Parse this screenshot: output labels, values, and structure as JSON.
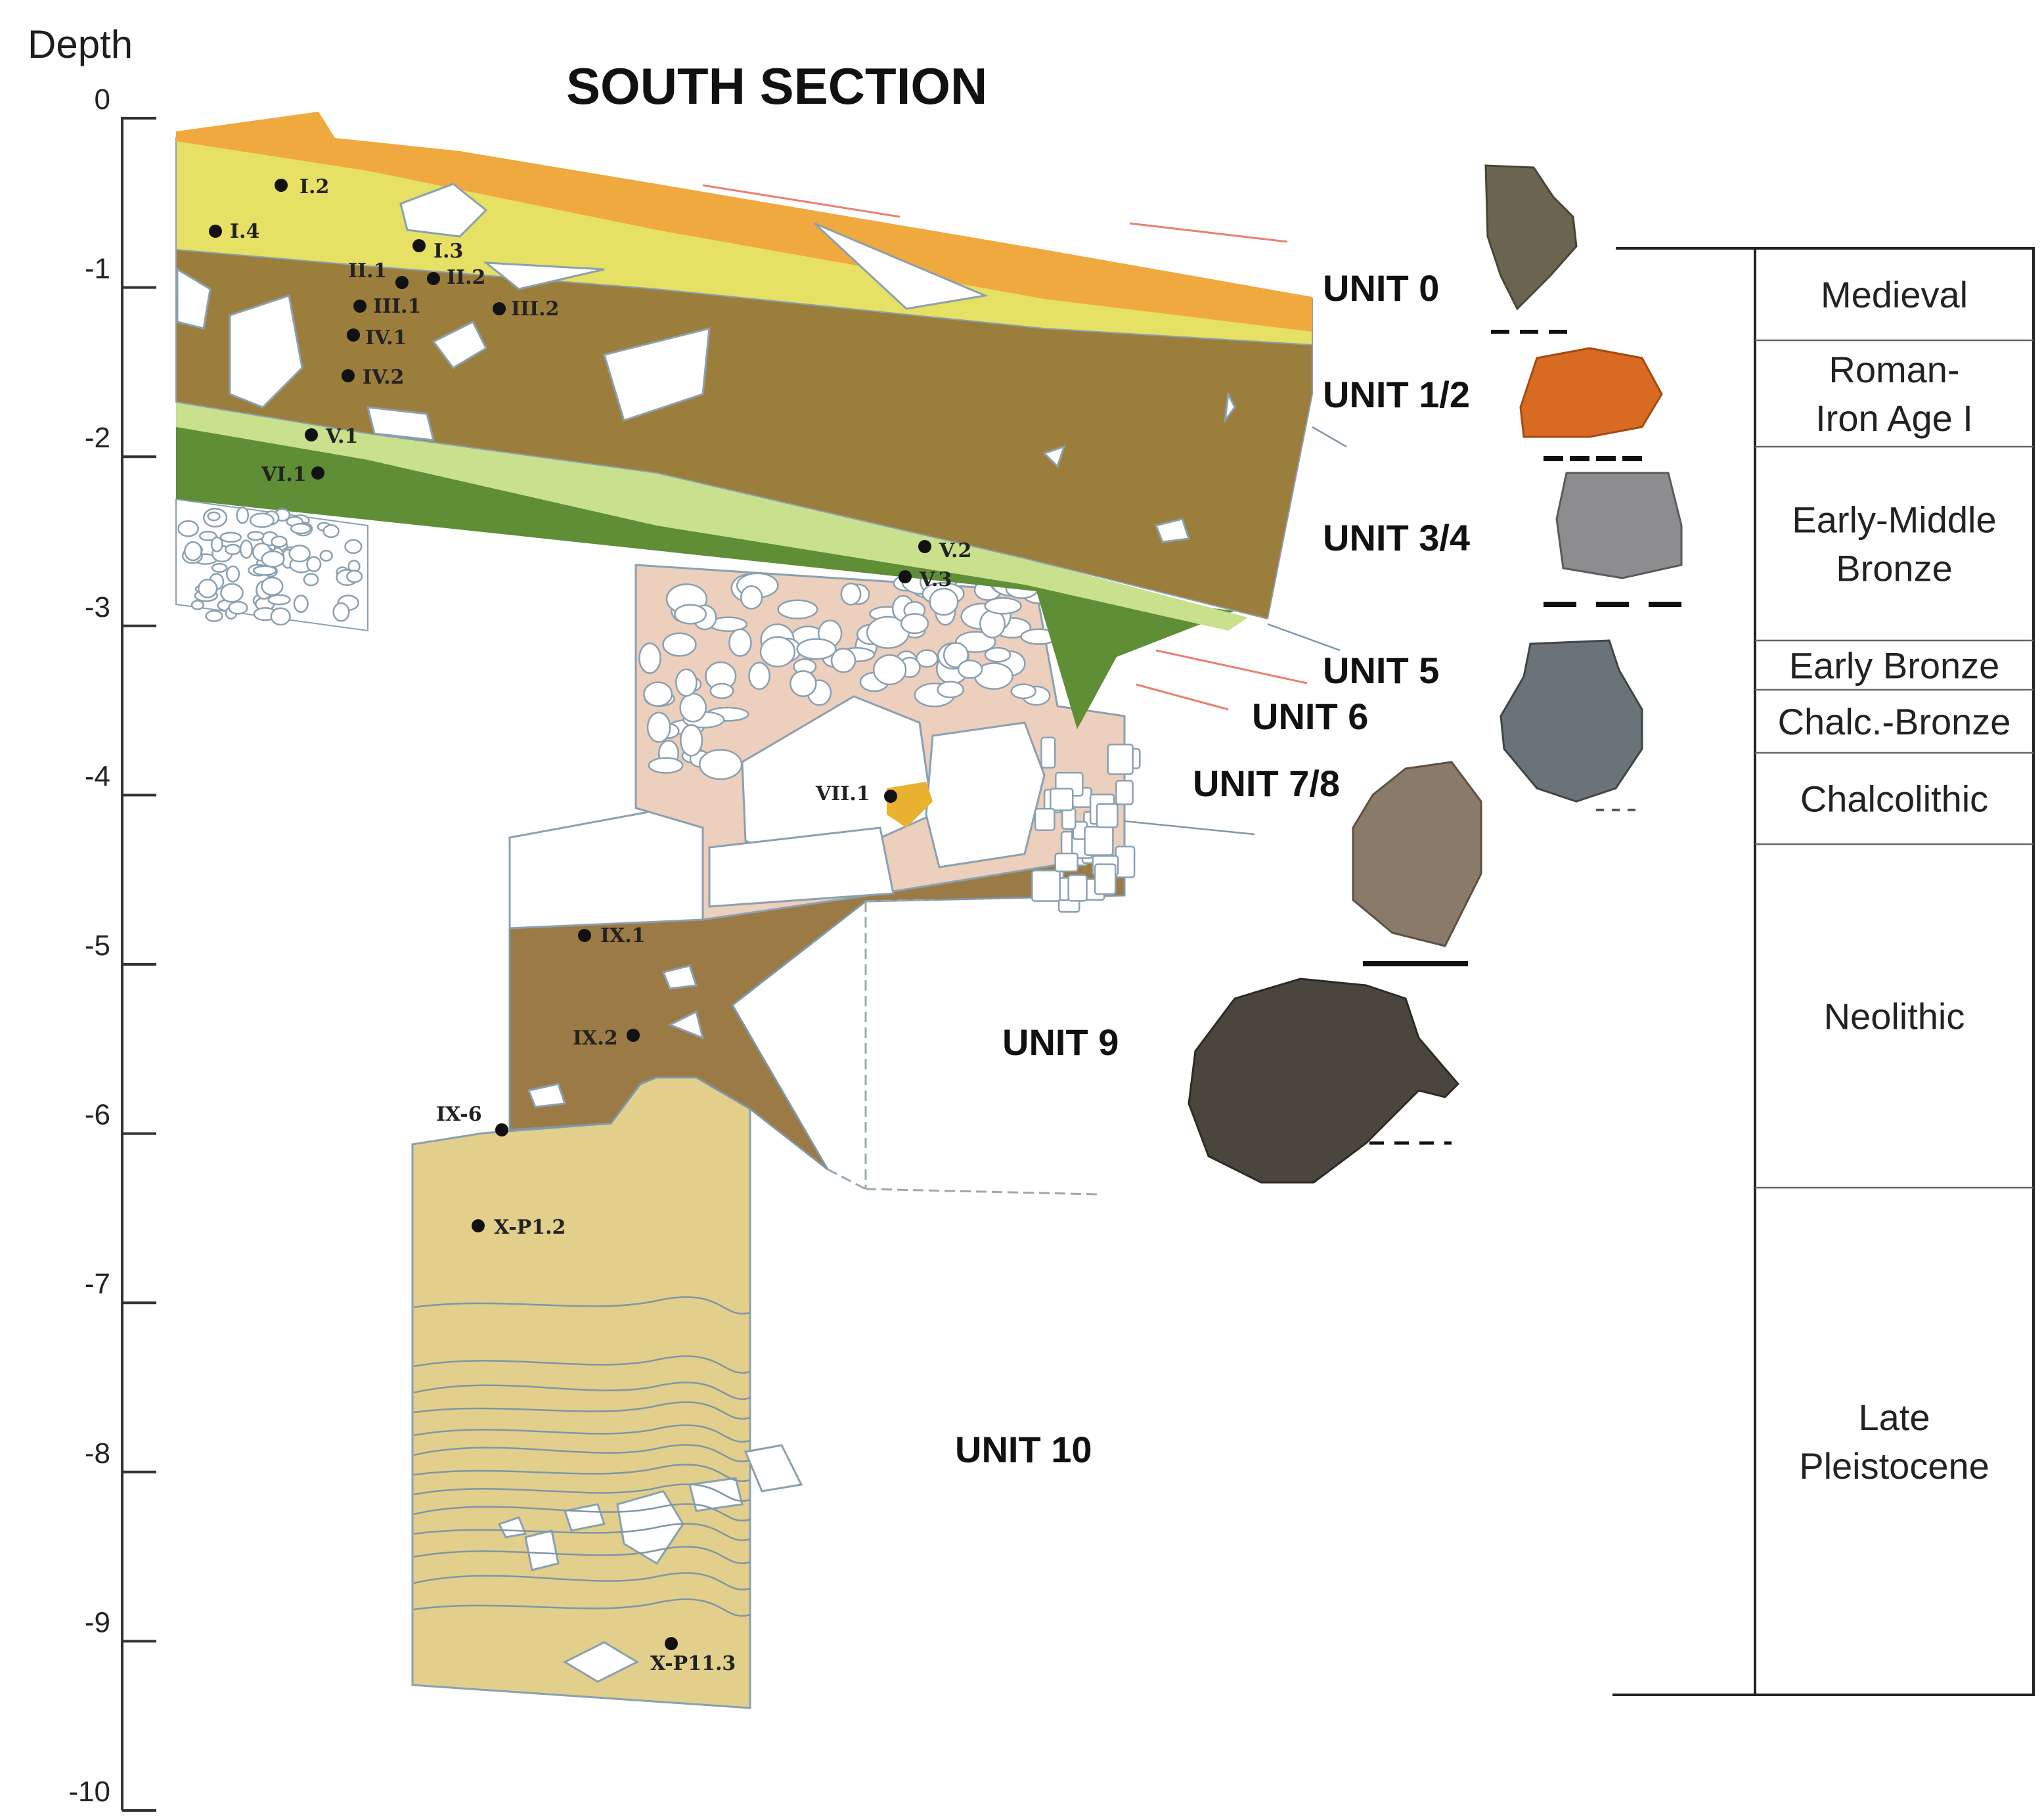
{
  "title": "SOUTH SECTION",
  "axis": {
    "label": "Depth",
    "ticks": [
      "0",
      "-1",
      "-2",
      "-3",
      "-4",
      "-5",
      "-6",
      "-7",
      "-8",
      "-9",
      "-10"
    ]
  },
  "units": [
    "UNIT 0",
    "UNIT 1/2",
    "UNIT 3/4",
    "UNIT 5",
    "UNIT 6",
    "UNIT 7/8",
    "UNIT 9",
    "UNIT 10"
  ],
  "samples": [
    "I.2",
    "I.4",
    "I.3",
    "II.1",
    "II.2",
    "III.1",
    "III.2",
    "IV.1",
    "IV.2",
    "V.1",
    "VI.1",
    "V.2",
    "V.3",
    "VII.1",
    "IX.1",
    "IX.2",
    "IX-6",
    "X-P1.2",
    "X-P11.3"
  ],
  "periods": [
    {
      "lines": [
        "Medieval"
      ]
    },
    {
      "lines": [
        "Roman-",
        "Iron Age I"
      ]
    },
    {
      "lines": [
        "Early-Middle",
        "Bronze"
      ]
    },
    {
      "lines": [
        "Early Bronze"
      ]
    },
    {
      "lines": [
        "Chalc.-Bronze"
      ]
    },
    {
      "lines": [
        "Chalcolithic"
      ]
    },
    {
      "lines": [
        "Neolithic"
      ]
    },
    {
      "lines": [
        "Late",
        "Pleistocene"
      ]
    }
  ],
  "colors": {
    "unit0": "#f0a93e",
    "unit1_2": "#e6e064",
    "unit3_4": "#9c7e3c",
    "unit5": "#c9e08c",
    "unit5_dark": "#5f8e36",
    "unit6": "#edcfbd",
    "unit9": "#9c7a45",
    "unit10": "#e2cf8c",
    "lines": "#7f97a5",
    "red_lines": "#e88070"
  },
  "icons": [
    "potsherd-unit0",
    "potsherd-unit1-2",
    "potsherd-unit3-4",
    "vessel-unit5-6",
    "potsherd-unit7-8",
    "vessel-unit9"
  ]
}
